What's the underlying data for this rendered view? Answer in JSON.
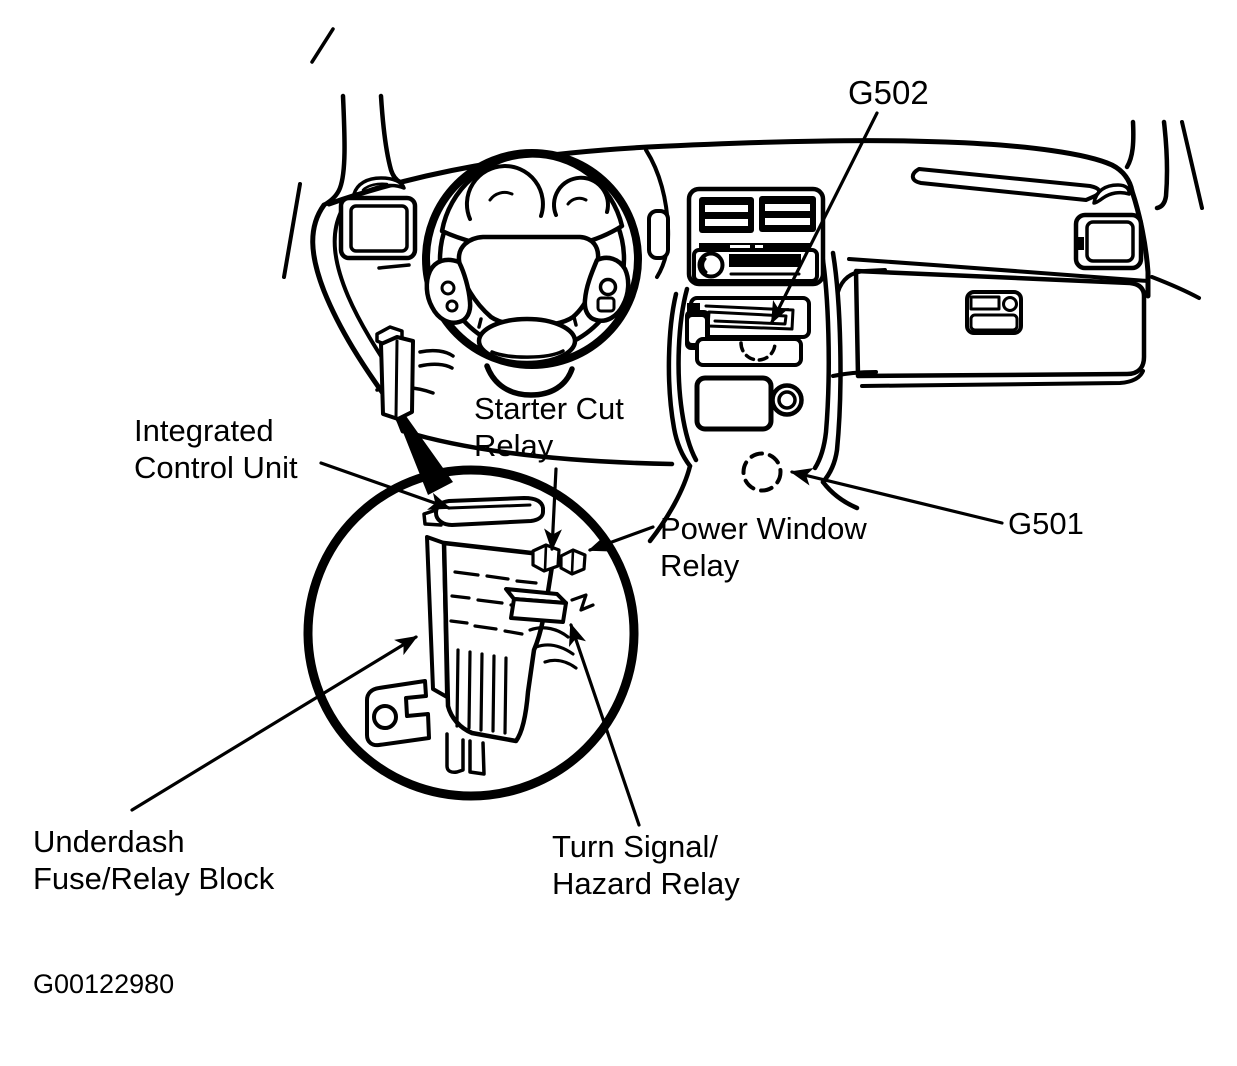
{
  "figure": {
    "id": "G00122980",
    "colors": {
      "ink": "#000000",
      "background": "#ffffff"
    }
  },
  "callouts": {
    "g502": {
      "label": "G502"
    },
    "g501": {
      "label": "G501"
    },
    "integrated_control_unit": {
      "line1": "Integrated",
      "line2": "Control Unit"
    },
    "starter_cut_relay": {
      "line1": "Starter Cut",
      "line2": "Relay"
    },
    "power_window_relay": {
      "line1": "Power Window",
      "line2": "Relay"
    },
    "underdash_fuse_relay_block": {
      "line1": "Underdash",
      "line2": "Fuse/Relay Block"
    },
    "turn_signal_hazard_relay": {
      "line1": "Turn Signal/",
      "line2": "Hazard Relay"
    }
  }
}
